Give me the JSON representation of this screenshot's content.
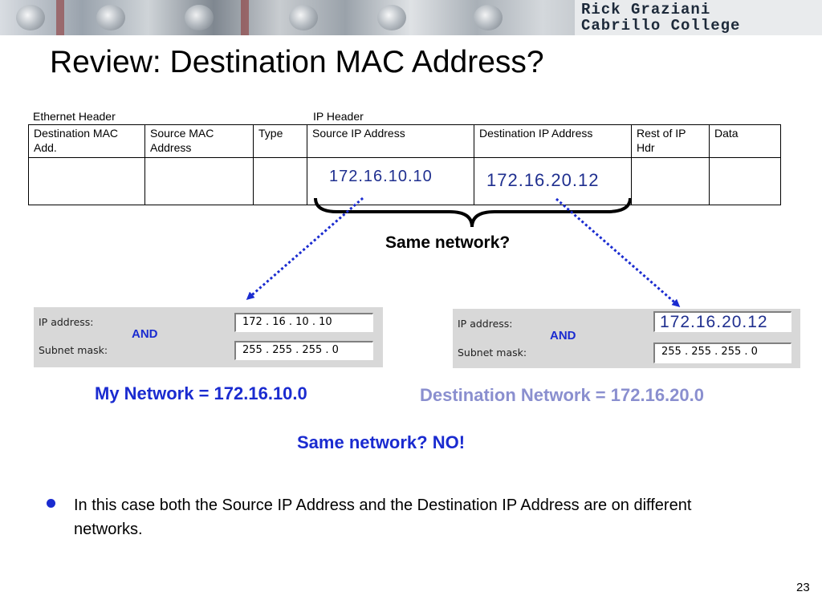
{
  "header": {
    "brand_line1": "Rick Graziani",
    "brand_line2": "Cabrillo College"
  },
  "title": "Review: Destination MAC Address?",
  "frame": {
    "ethernet_header_label": "Ethernet Header",
    "ip_header_label": "IP Header",
    "columns": [
      "Destination MAC Add.",
      "Source MAC Address",
      "Type",
      "Source IP Address",
      "Destination IP Address",
      "Rest of IP Hdr",
      "Data"
    ],
    "source_ip": "172.16.10.10",
    "destination_ip": "172.16.20.12"
  },
  "same_network_question": "Same network?",
  "left_config": {
    "ip_label": "IP address:",
    "mask_label": "Subnet mask:",
    "ip_value": "172 .  16  .  10  .  10",
    "mask_value": "255 . 255 . 255 .   0",
    "and_label": "AND"
  },
  "right_config": {
    "ip_label": "IP address:",
    "mask_label": "Subnet mask:",
    "ip_value": "172.16.20.12",
    "mask_value": "255 . 255 . 255 .   0",
    "and_label": "AND"
  },
  "my_network": "My Network = 172.16.10.0",
  "destination_network": "Destination Network = 172.16.20.0",
  "conclusion": "Same network?  NO!",
  "bullet": "In this case both the Source IP Address and the Destination IP Address are on different networks.",
  "page_number": "23",
  "colors": {
    "accent_blue": "#1a2bd0",
    "muted_blue": "#8a8fcf",
    "arrow_blue": "#1a2bd0"
  }
}
